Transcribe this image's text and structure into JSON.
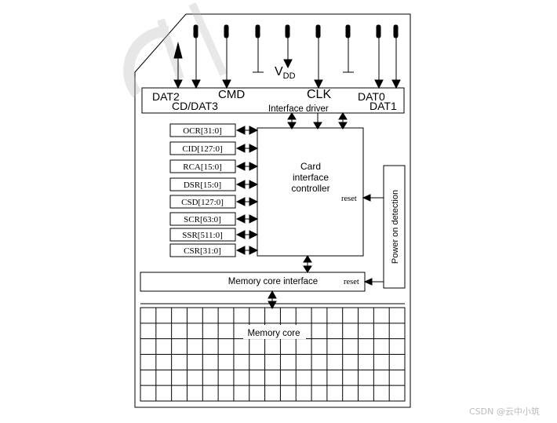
{
  "pins": {
    "dat2": "DAT2",
    "cd_dat3": "CD/DAT3",
    "cmd": "CMD",
    "vdd_main": "V",
    "vdd_sub": "DD",
    "clk": "CLK",
    "dat0": "DAT0",
    "dat1": "DAT1"
  },
  "interface_driver": "Interface driver",
  "registers": [
    "OCR[31:0]",
    "CID[127:0]",
    "RCA[15:0]",
    "DSR[15:0]",
    "CSD[127:0]",
    "SCR[63:0]",
    "SSR[511:0]",
    "CSR[31:0]"
  ],
  "controller": {
    "line1": "Card",
    "line2": "interface",
    "line3": "controller",
    "reset": "reset"
  },
  "power_on_detection": "Power on detection",
  "memory_core_interface": {
    "label": "Memory core interface",
    "reset": "reset"
  },
  "memory_core": "Memory core",
  "watermark": "CSDN @云中小筑",
  "colors": {
    "stroke": "#000000",
    "background": "#ffffff",
    "watermark": "#c9c9c9"
  }
}
